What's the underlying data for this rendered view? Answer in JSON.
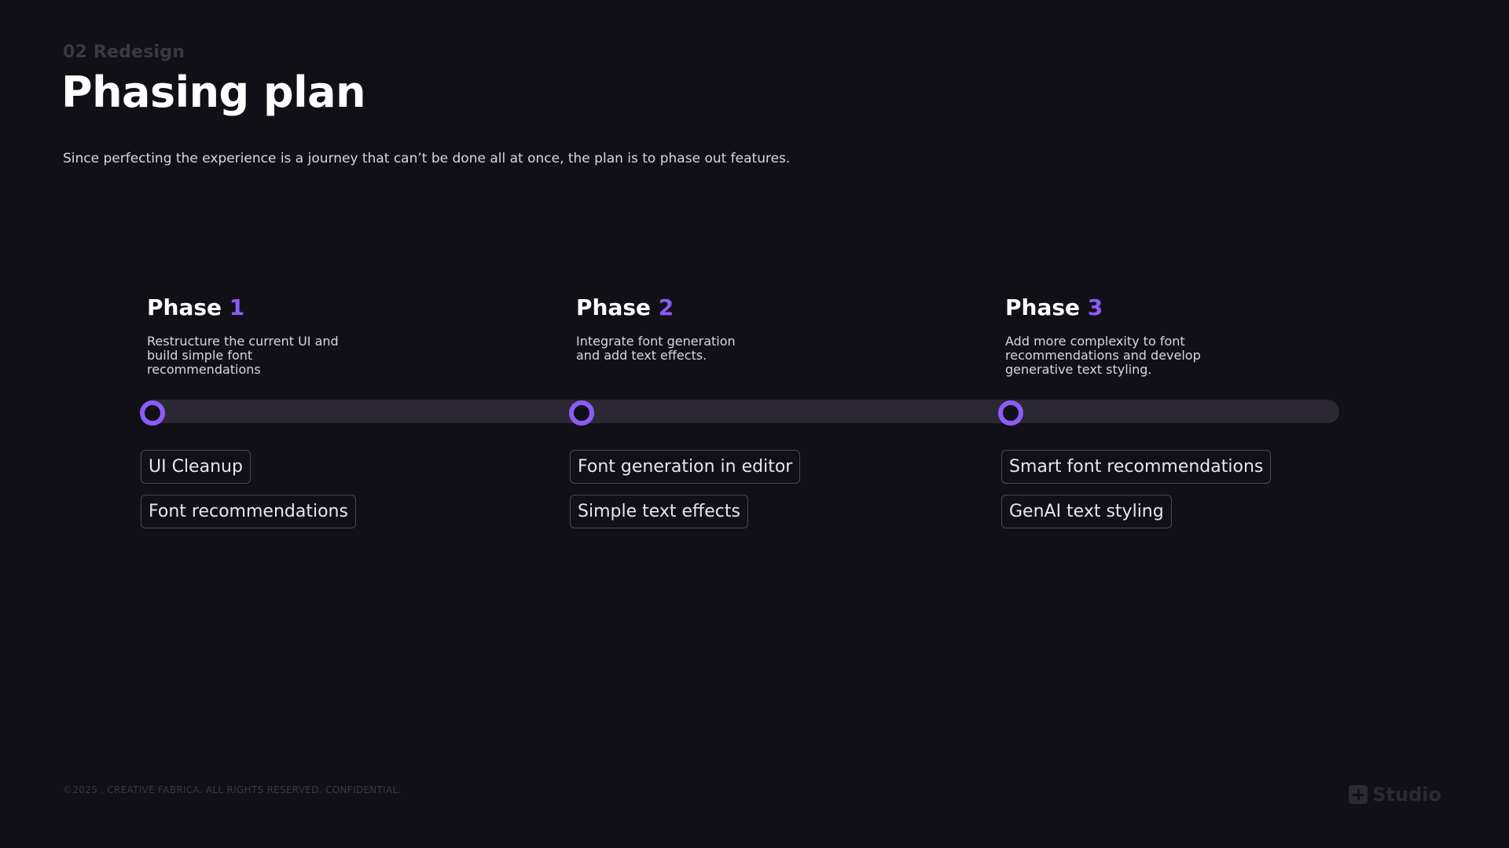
{
  "header": {
    "eyebrow": "02 Redesign",
    "title": "Phasing plan",
    "subtitle": "Since perfecting the experience is a journey that can’t be done all at once, the plan is to phase out features."
  },
  "phases": [
    {
      "label": "Phase",
      "number": "1",
      "description": "Restructure the current UI and build simple font recommendations",
      "items": [
        "UI Cleanup",
        "Font recommendations"
      ]
    },
    {
      "label": "Phase",
      "number": "2",
      "description": "Integrate font generation and add text effects.",
      "items": [
        "Font generation in editor",
        "Simple text effects"
      ]
    },
    {
      "label": "Phase",
      "number": "3",
      "description": "Add more complexity to font recommendations and develop generative text styling.",
      "items": [
        "Smart font recommendations",
        "GenAI text styling"
      ]
    }
  ],
  "footer": {
    "copyright": "©2025 . CREATIVE FABRICA. ALL RIGHTS RESERVED. CONFIDENTIAL."
  },
  "brand": {
    "icon": "plus-logo-icon",
    "name": "Studio"
  },
  "colors": {
    "accent": "#8b5cf6",
    "background": "#121017",
    "track": "#2b2834"
  }
}
